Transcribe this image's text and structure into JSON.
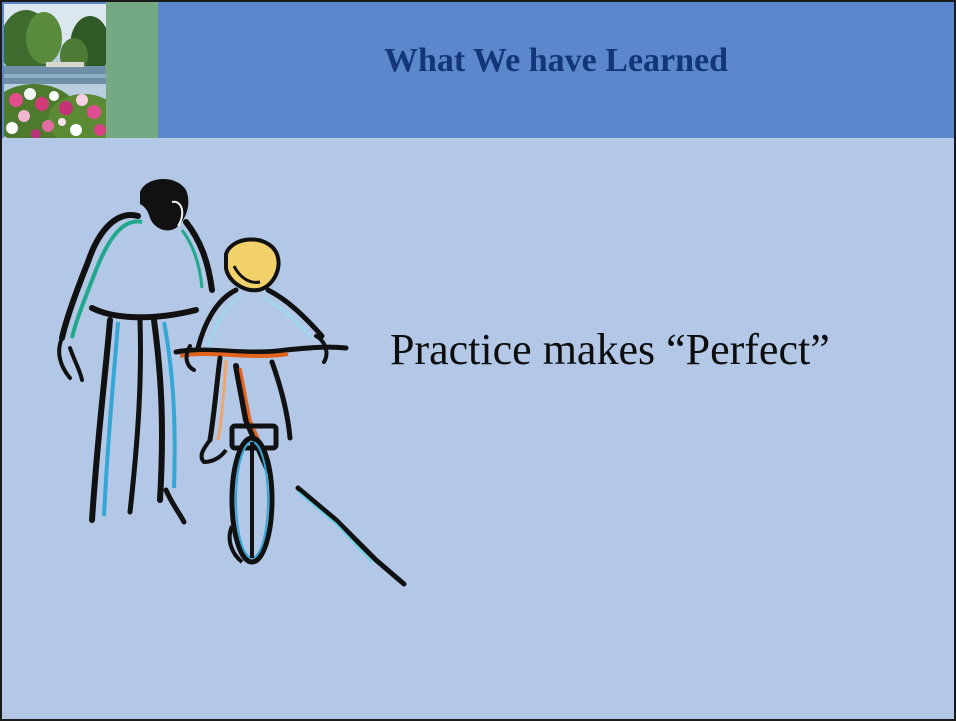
{
  "slide": {
    "title": "What We have Learned",
    "body_text": "Practice makes “Perfect”"
  },
  "colors": {
    "header_band": "#5b87cc",
    "title_text": "#13357a",
    "slide_background": "#b3c7e6",
    "green_stripe": "#74a983"
  },
  "images": {
    "corner_photo": "garden-flowers-photo",
    "clipart": "father-teaching-child-bicycle-clipart"
  }
}
